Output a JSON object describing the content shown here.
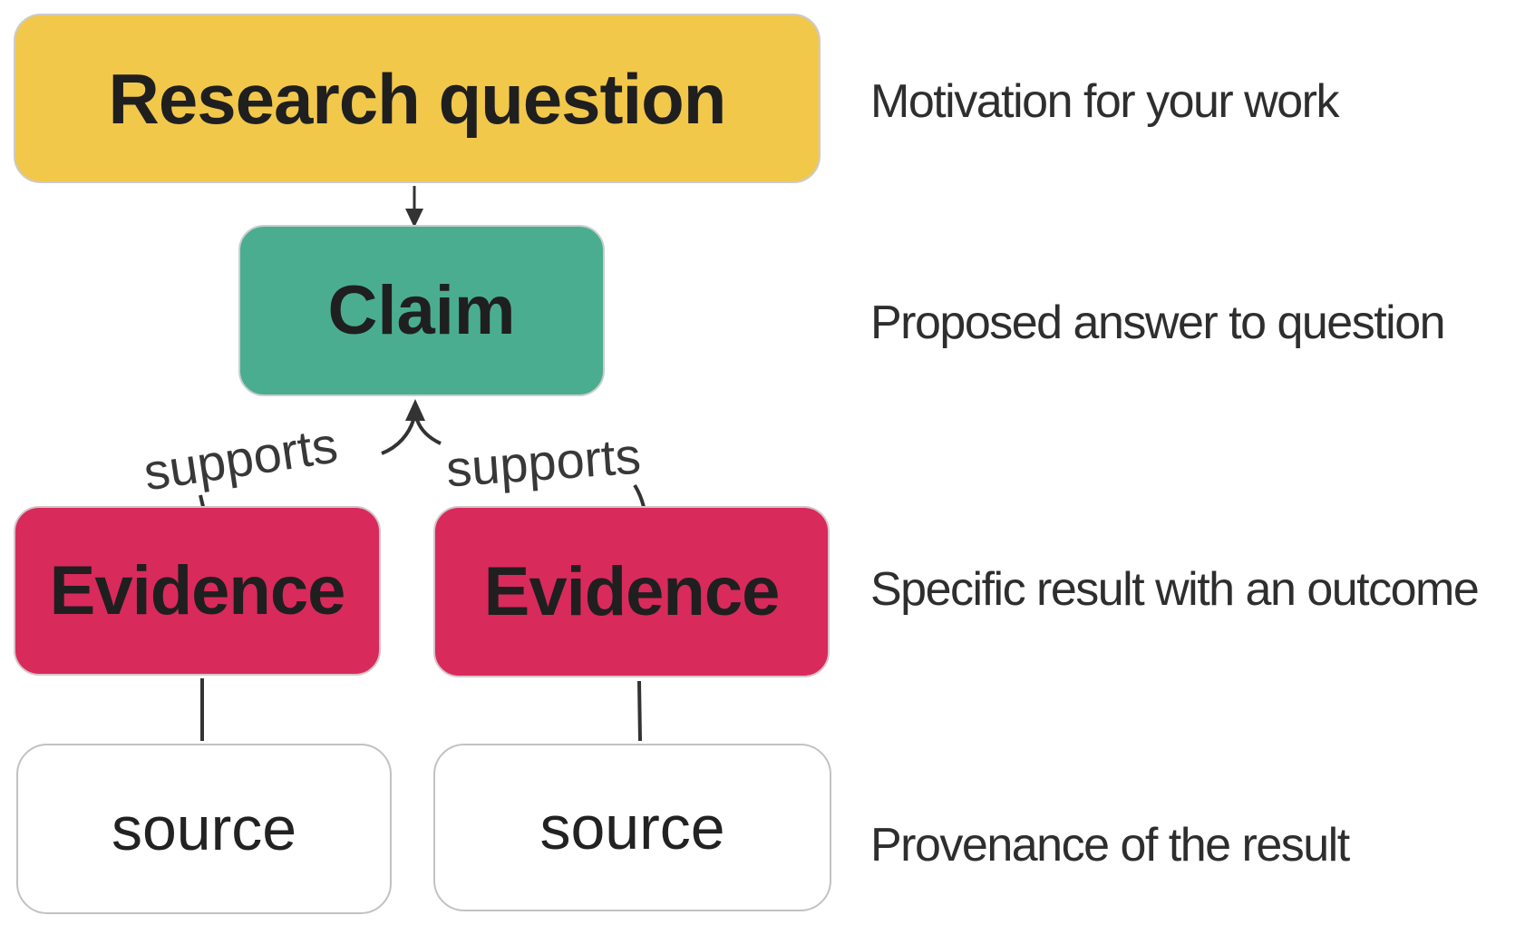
{
  "diagram": {
    "title_implicit": "Research claim structure diagram",
    "nodes": {
      "research": {
        "label": "Research question",
        "fill": "#F2C84B",
        "text_color": "#1f1f1f"
      },
      "claim": {
        "label": "Claim",
        "fill": "#4BAD90",
        "text_color": "#1f1f1f"
      },
      "evidence_left": {
        "label": "Evidence",
        "fill": "#D92A5C",
        "text_color": "#1f1f1f"
      },
      "evidence_right": {
        "label": "Evidence",
        "fill": "#D92A5C",
        "text_color": "#1f1f1f"
      },
      "source_left": {
        "label": "source",
        "fill": "#ffffff",
        "text_color": "#222222"
      },
      "source_right": {
        "label": "source",
        "fill": "#ffffff",
        "text_color": "#222222"
      }
    },
    "edges": {
      "supports_left": {
        "label": "supports",
        "from": "evidence_left",
        "to": "claim"
      },
      "supports_right": {
        "label": "supports",
        "from": "evidence_right",
        "to": "claim"
      },
      "research_to_claim": {
        "label": "",
        "from": "research",
        "to": "claim"
      },
      "evidence_left_to_source": {
        "label": "",
        "from": "evidence_left",
        "to": "source_left"
      },
      "evidence_right_to_source": {
        "label": "",
        "from": "evidence_right",
        "to": "source_right"
      }
    },
    "annotations": {
      "research": "Motivation for your work",
      "claim": "Proposed answer to question",
      "evidence": "Specific result with an outcome",
      "source": "Provenance of the result"
    },
    "colors": {
      "research_fill": "#F2C84B",
      "claim_fill": "#4BAD90",
      "evidence_fill": "#D92A5C",
      "source_fill": "#ffffff",
      "connector": "#333333",
      "annotation_text": "#2e2e2e",
      "box_border": "#cbcbcb"
    }
  }
}
